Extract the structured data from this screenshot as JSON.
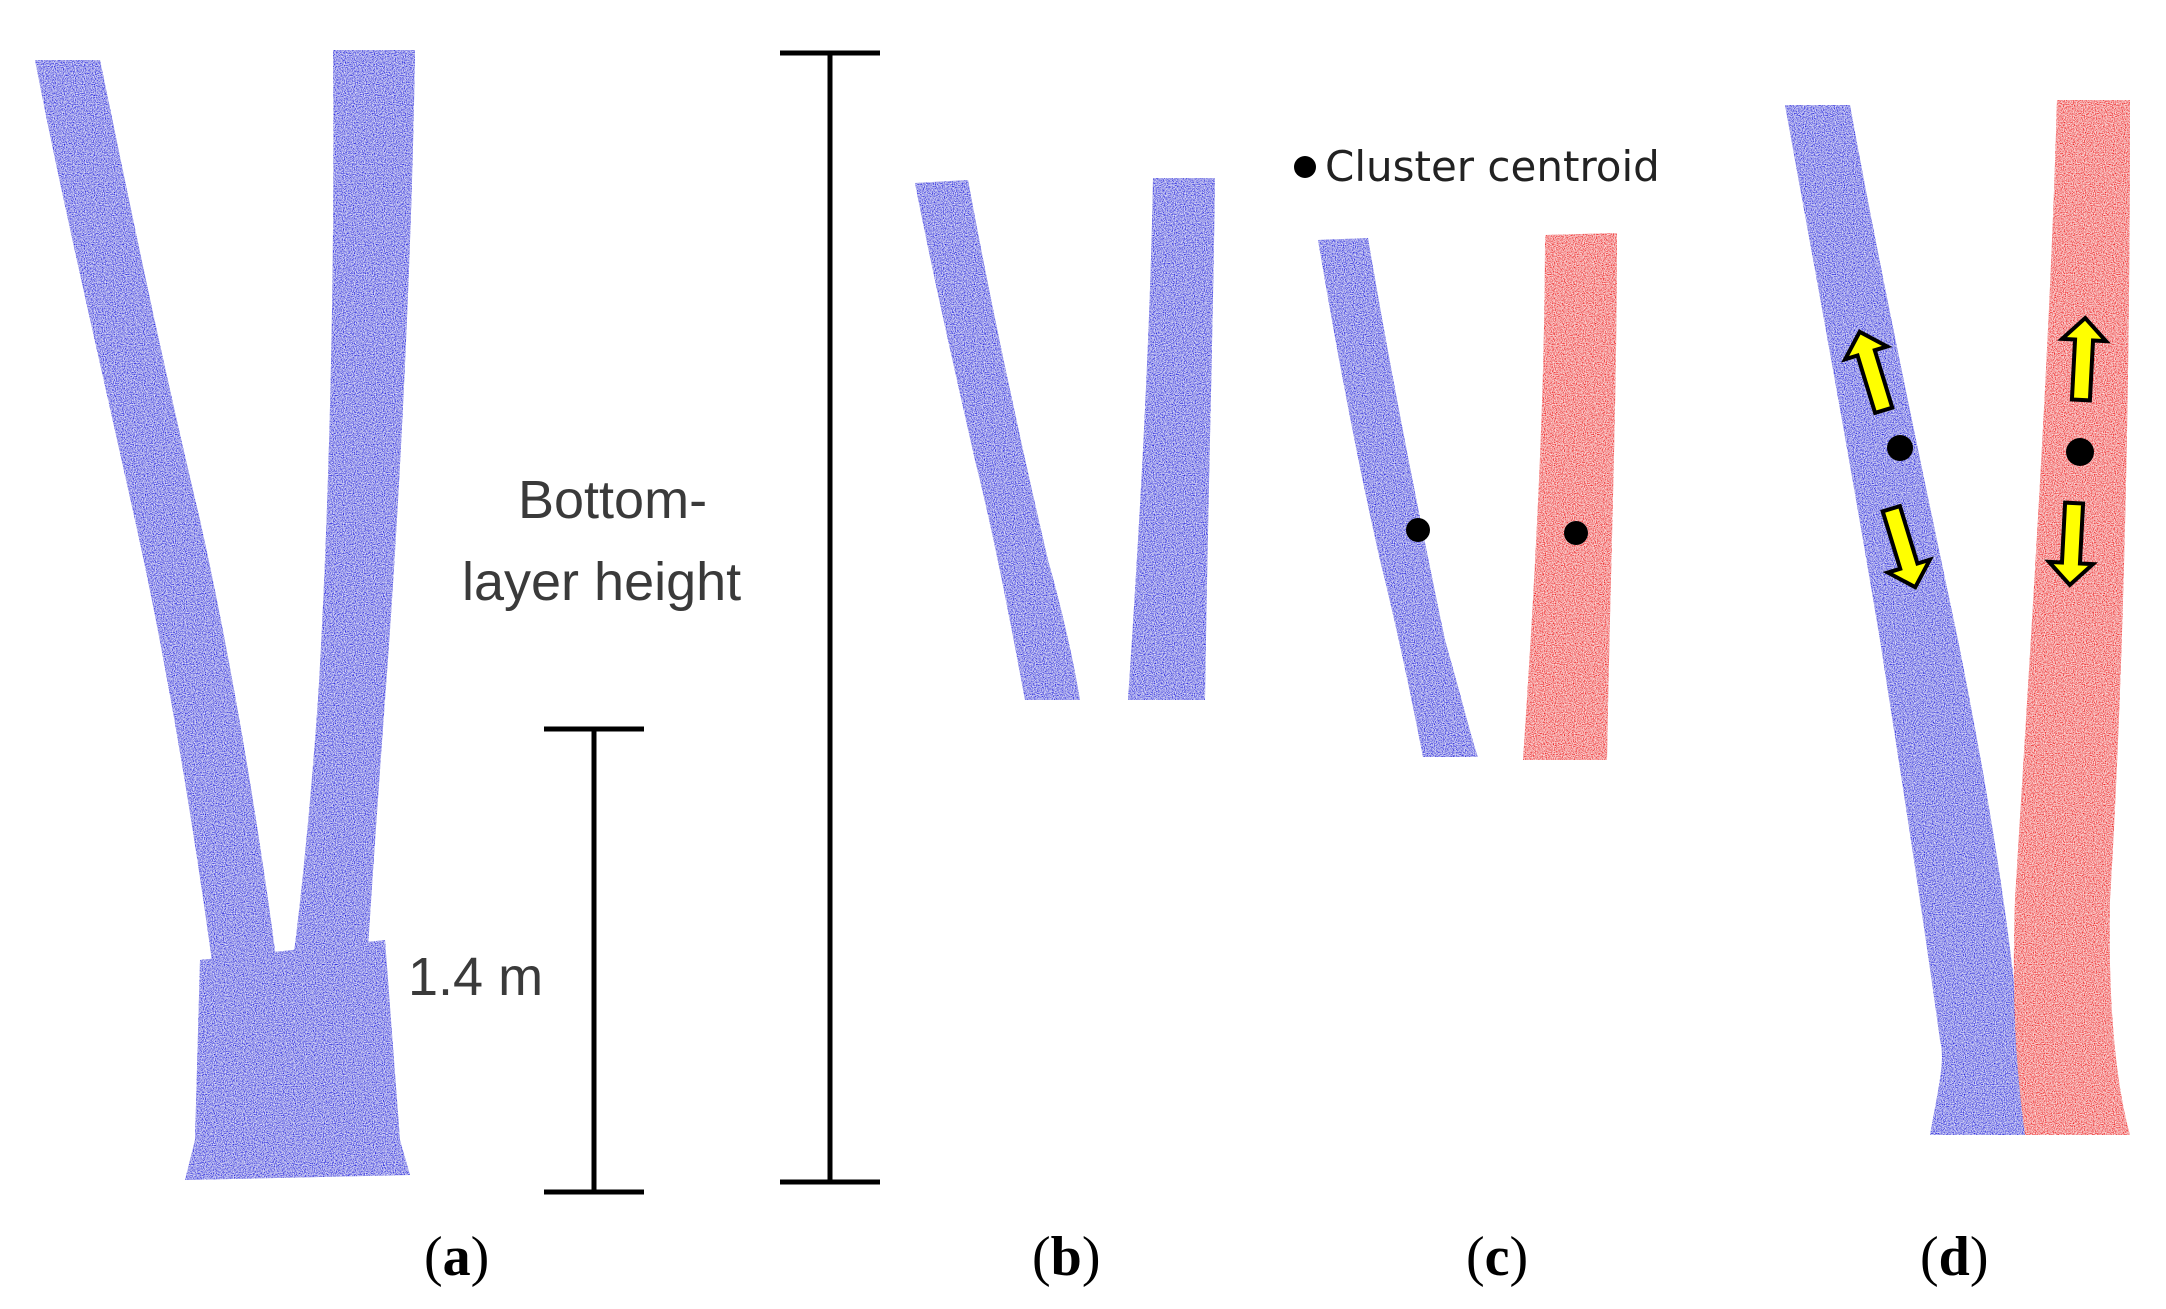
{
  "colors": {
    "blue_cluster": "#2020e0",
    "red_cluster": "#f01a1a",
    "centroid": "#000000",
    "arrow": "#ffff00",
    "background": "#ffffff"
  },
  "scale_bars": {
    "short_label": "1.4 m",
    "tall_label_line1": "Bottom-",
    "tall_label_line2": "layer height"
  },
  "legend": {
    "label": "Cluster centroid",
    "marker": "black-dot"
  },
  "panels": [
    {
      "open": "(",
      "letter": "a",
      "close": ")"
    },
    {
      "open": "(",
      "letter": "b",
      "close": ")"
    },
    {
      "open": "(",
      "letter": "c",
      "close": ")"
    },
    {
      "open": "(",
      "letter": "d",
      "close": ")"
    }
  ]
}
